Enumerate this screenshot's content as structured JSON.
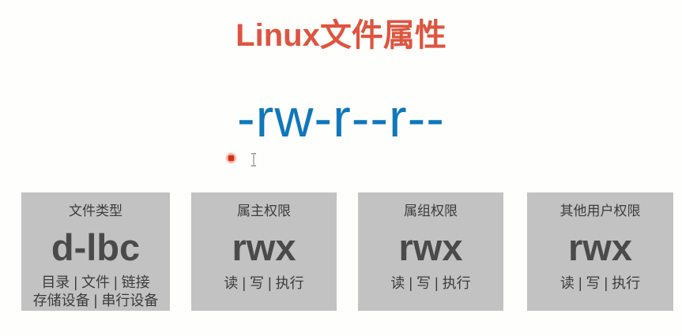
{
  "slide": {
    "title": "Linux文件属性",
    "title_color": "#dd5540",
    "background_color": "#fefefc",
    "permission_string": "-rw-r--r--",
    "permission_color": "#0f77bb",
    "panel_color": "#c2c2c2"
  },
  "cursor": {
    "click_indicator_color": "#cf3415",
    "text_cursor_icon": "i-beam-cursor"
  },
  "panels": [
    {
      "id": "file-type",
      "heading": "文件类型",
      "code": "d-lbc",
      "desc_1": "目录 | 文件 | 链接",
      "desc_2": "存储设备 | 串行设备"
    },
    {
      "id": "owner",
      "heading": "属主权限",
      "code": "rwx",
      "desc_1": "读 | 写 | 执行",
      "desc_2": ""
    },
    {
      "id": "group",
      "heading": "属组权限",
      "code": "rwx",
      "desc_1": "读 | 写 | 执行",
      "desc_2": ""
    },
    {
      "id": "other",
      "heading": "其他用户权限",
      "code": "rwx",
      "desc_1": "读 | 写 | 执行",
      "desc_2": ""
    }
  ]
}
